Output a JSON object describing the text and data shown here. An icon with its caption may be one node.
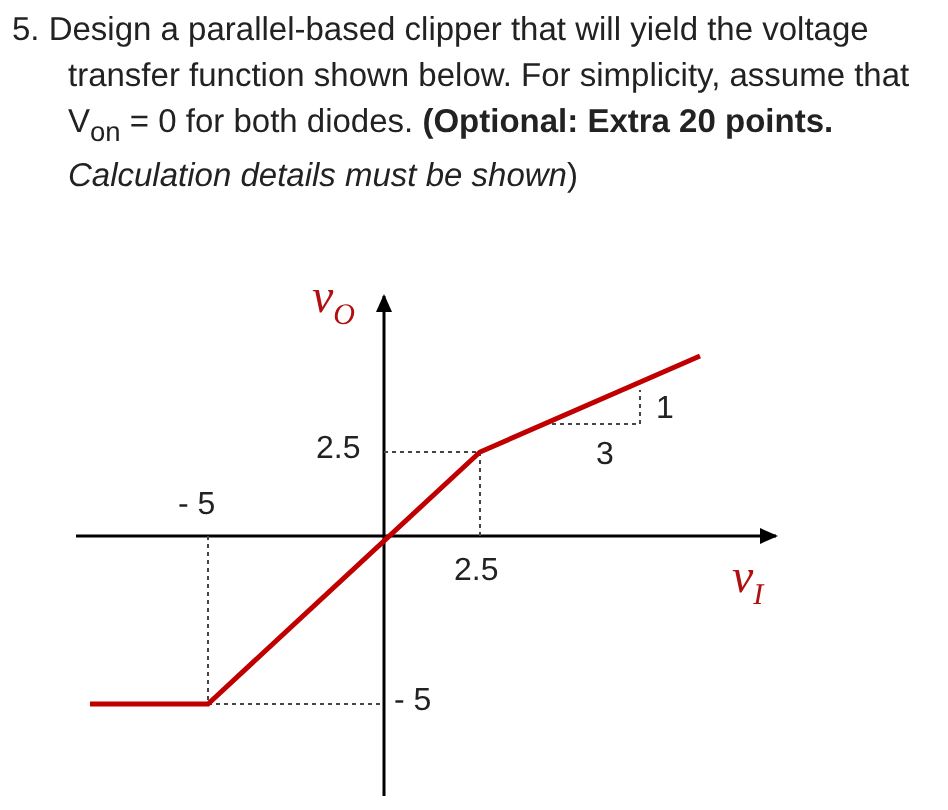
{
  "diagram": {
    "labels": [
      "5. Design a parallel-based clipper that will yield the voltage transfer function shown below. For simplicity, assume that V$_{on}$ = 0 for both diodes. **(Optional: Extra 20 points.** *Calculation details must be shown*)",
      "v$_{O}$",
      "1",
      "2.5",
      "3",
      "- 5",
      "2.5",
      "v$_{I}$",
      "- 5"
    ]
  }
}
